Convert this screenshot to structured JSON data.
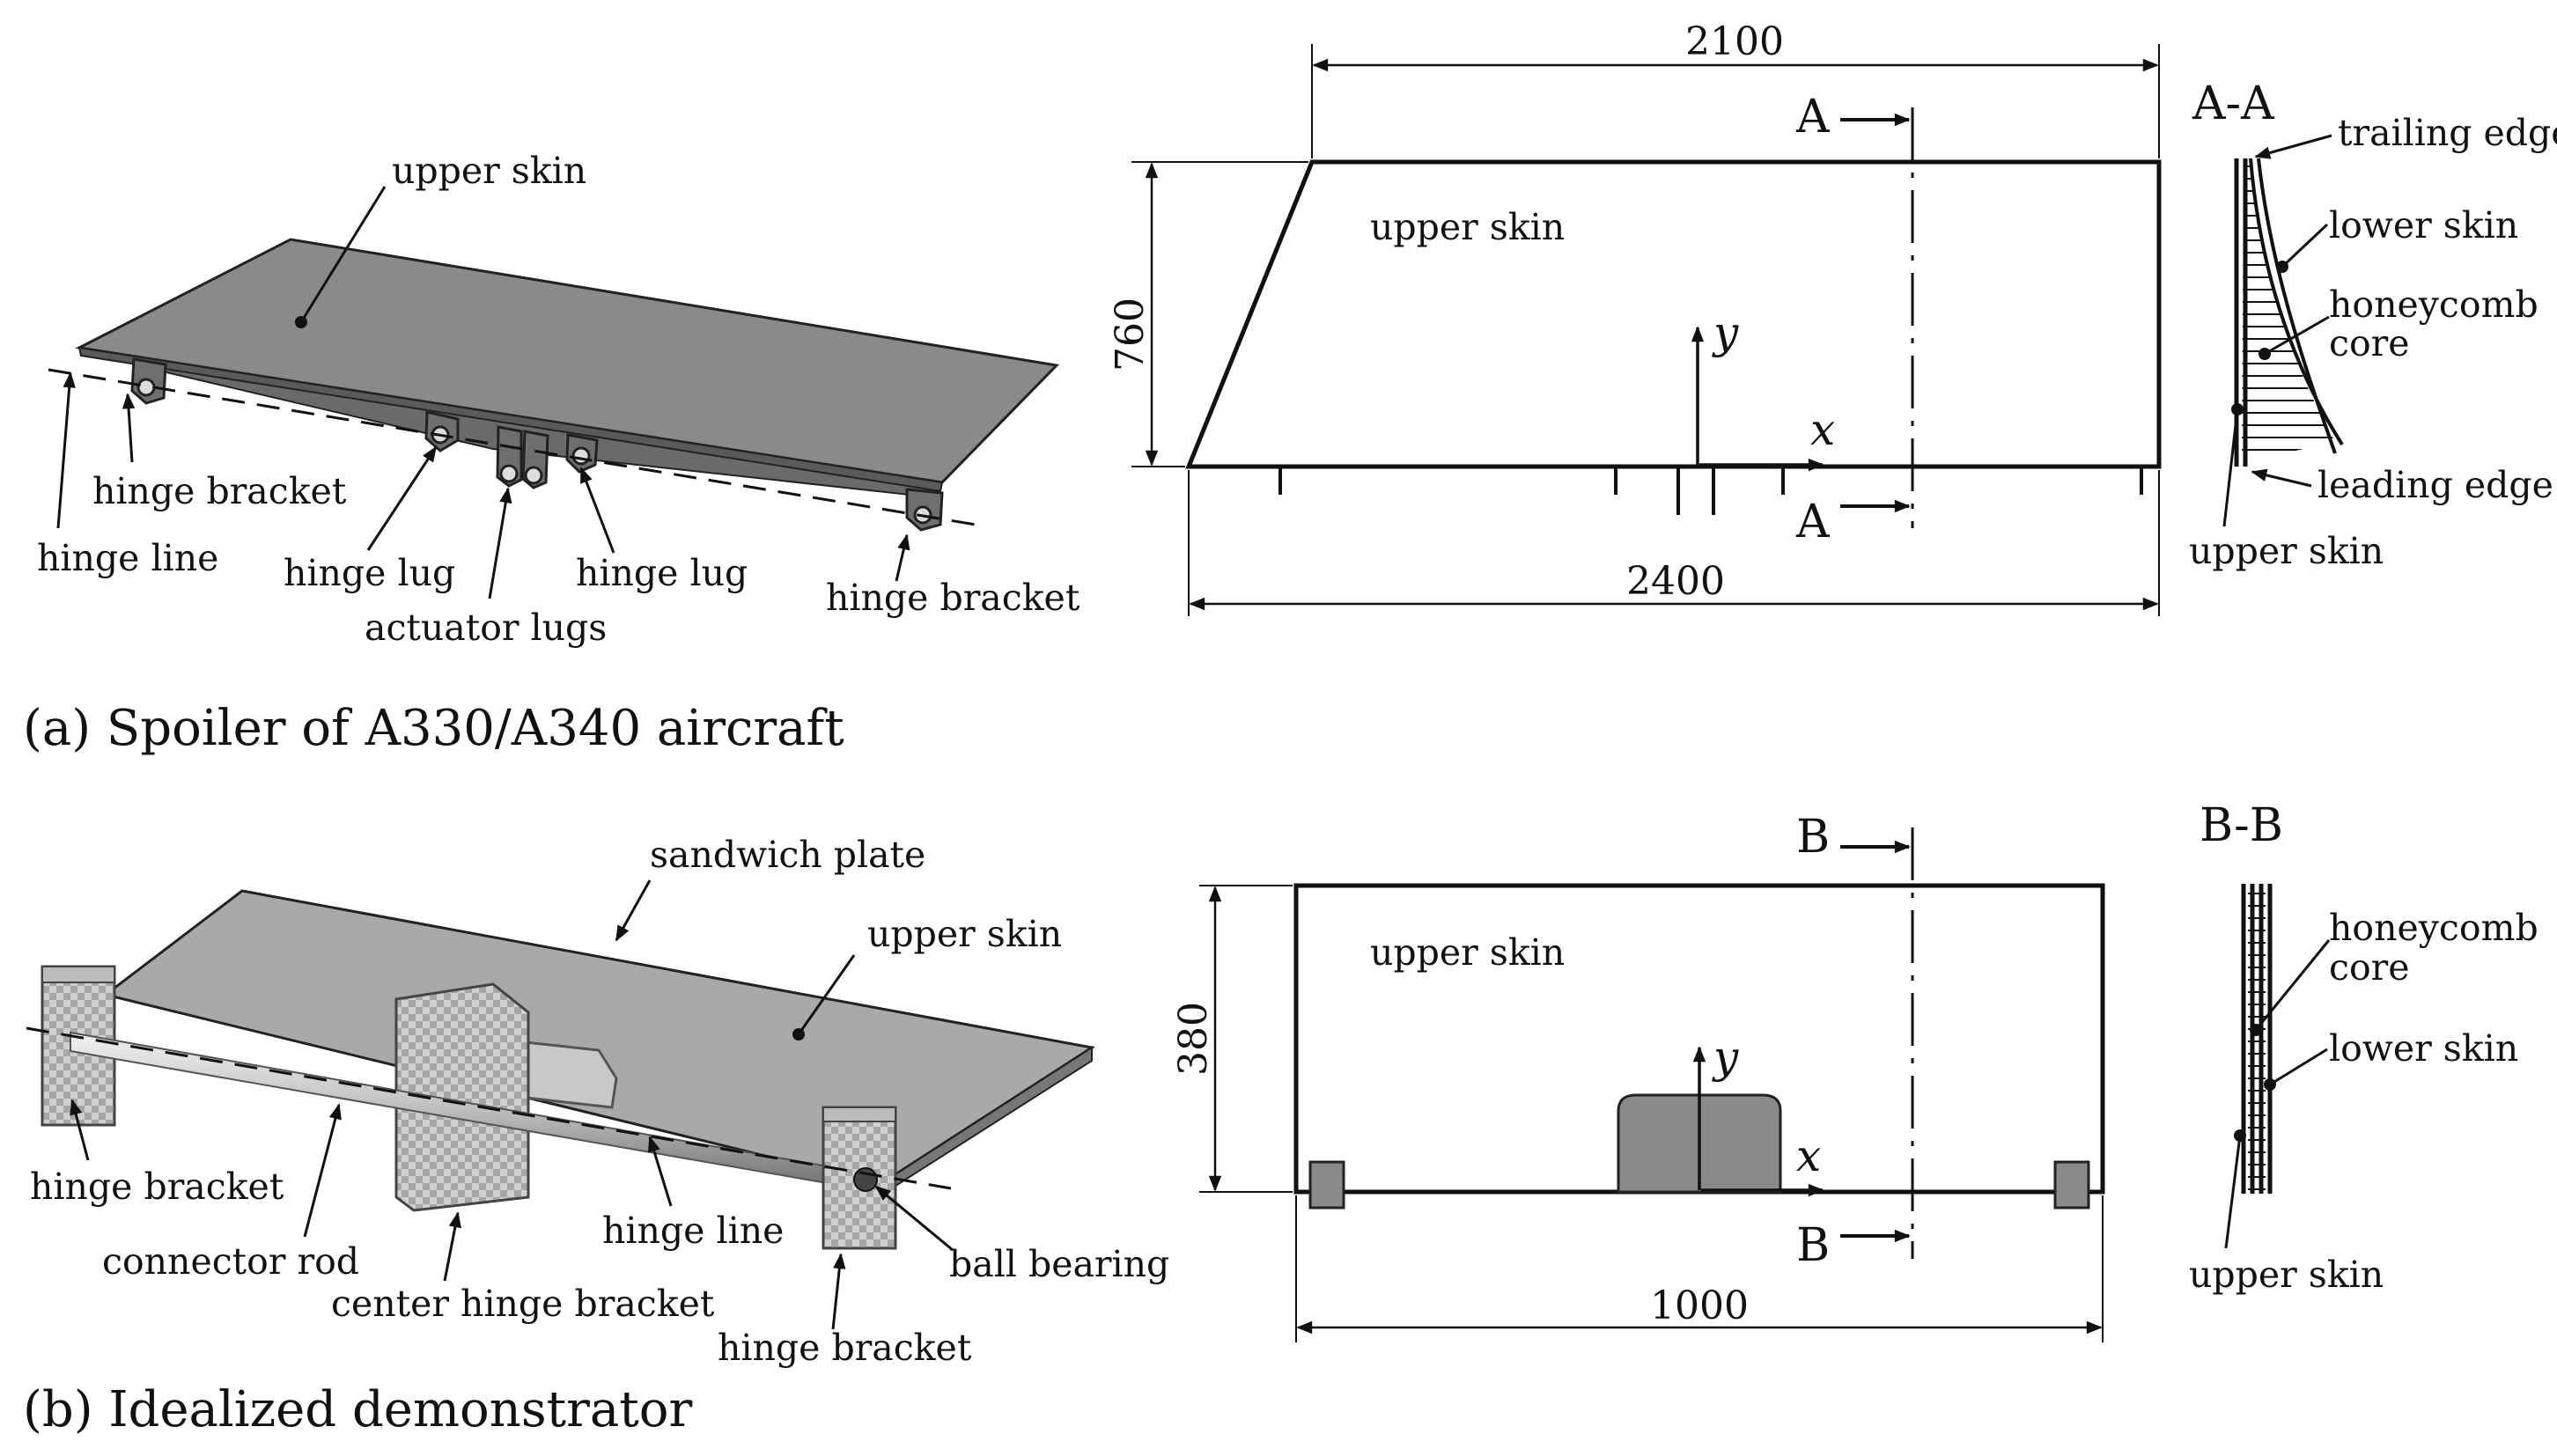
{
  "colors": {
    "skin": "#8a8a8a",
    "dark": "#444444",
    "line": "#111111",
    "panel": "#b9b9b9"
  },
  "icons": [
    "arrow-head",
    "leader-dot"
  ],
  "panel_a": {
    "caption": "(a) Spoiler of A330/A340 aircraft",
    "labels": {
      "upper_skin": "upper skin",
      "hinge_bracket_left": "hinge bracket",
      "hinge_line": "hinge line",
      "hinge_lug_left": "hinge lug",
      "actuator_lugs": "actuator lugs",
      "hinge_lug_right": "hinge lug",
      "hinge_bracket_right": "hinge bracket"
    },
    "drawing": {
      "dim_top": "2100",
      "dim_side": "760",
      "dim_bottom": "2400",
      "upper_skin": "upper skin",
      "section_top": "A",
      "section_bottom": "A",
      "axis_x": "x",
      "axis_y": "y"
    },
    "section": {
      "title": "A-A",
      "trailing_edge": "trailing edge",
      "lower_skin": "lower skin",
      "honeycomb": "honeycomb",
      "core": "core",
      "leading_edge": "leading edge",
      "upper_skin": "upper skin"
    }
  },
  "panel_b": {
    "caption": "(b) Idealized demonstrator",
    "labels": {
      "sandwich_plate": "sandwich plate",
      "upper_skin": "upper skin",
      "hinge_bracket_left": "hinge bracket",
      "connector_rod": "connector rod",
      "center_hinge_bracket": "center hinge bracket",
      "hinge_line": "hinge line",
      "hinge_bracket_right": "hinge bracket",
      "ball_bearing": "ball bearing"
    },
    "drawing": {
      "dim_side": "380",
      "dim_bottom": "1000",
      "upper_skin": "upper skin",
      "section_top": "B",
      "section_bottom": "B",
      "axis_x": "x",
      "axis_y": "y"
    },
    "section": {
      "title": "B-B",
      "honeycomb": "honeycomb",
      "core": "core",
      "lower_skin": "lower skin",
      "upper_skin": "upper skin"
    }
  }
}
